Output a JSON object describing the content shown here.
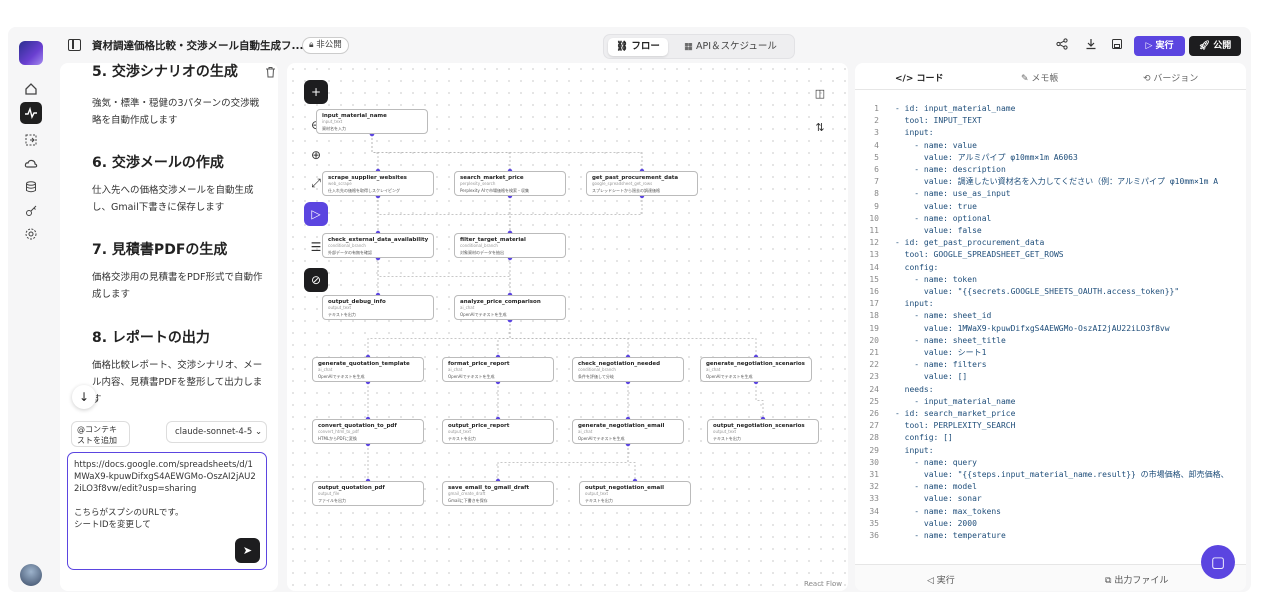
{
  "app": {
    "title": "資材調達価格比較・交渉メール自動生成フ...",
    "visibility": "非公開"
  },
  "modes": {
    "flow": "フロー",
    "api": "API＆スケジュール"
  },
  "toolbar": {
    "run": "実行",
    "publish": "公開"
  },
  "chat": {
    "h5": "5. 交渉シナリオの生成",
    "p5": "強気・標準・穏健の3パターンの交渉戦略を自動作成します",
    "h6": "6. 交渉メールの作成",
    "p6": "仕入先への価格交渉メールを自動生成し、Gmail下書きに保存します",
    "h7": "7. 見積書PDFの生成",
    "p7": "価格交渉用の見積書をPDF形式で自動作成します",
    "h8": "8. レポートの出力",
    "p8": "価格比較レポート、交渉シナリオ、メール内容、見積書PDFを整形して出力します",
    "context_button": "@コンテキストを追加",
    "model": "claude-sonnet-4-5",
    "input_value": "https://docs.google.com/spreadsheets/d/1MWaX9-kpuwDifxgS4AEWGMo-OszAI2jAU22iLO3f8vw/edit?usp=sharing\n\nこちらがスプシのURLです。\nシートIDを変更して"
  },
  "nodes": [
    {
      "t": "input_material_name",
      "s": "input_text",
      "d": "資材名を入力"
    },
    {
      "t": "scrape_supplier_websites",
      "s": "web_scrape",
      "d": "仕入れ先の価格を取得しスクレイピング"
    },
    {
      "t": "search_market_price",
      "s": "perplexity_search",
      "d": "Perplexity AIで市場価格を検索・収集"
    },
    {
      "t": "get_past_procurement_data",
      "s": "google_spreadsheet_get_rows",
      "d": "スプレッドシートから過去の調達価格"
    },
    {
      "t": "check_external_data_availability",
      "s": "conditional_branch",
      "d": "外部データの有無を確認"
    },
    {
      "t": "filter_target_material",
      "s": "conditional_branch",
      "d": "対象資材のデータを抽出"
    },
    {
      "t": "output_debug_info",
      "s": "output_text",
      "d": "テキストを出力"
    },
    {
      "t": "analyze_price_comparison",
      "s": "ai_chat",
      "d": "OpenAIでテキストを生成"
    },
    {
      "t": "generate_quotation_template",
      "s": "ai_chat",
      "d": "OpenAIでテキストを生成"
    },
    {
      "t": "format_price_report",
      "s": "ai_chat",
      "d": "OpenAIでテキストを生成"
    },
    {
      "t": "check_negotiation_needed",
      "s": "conditional_branch",
      "d": "条件を評価して分岐"
    },
    {
      "t": "generate_negotiation_scenarios",
      "s": "ai_chat",
      "d": "OpenAIでテキストを生成"
    },
    {
      "t": "convert_quotation_to_pdf",
      "s": "convert_html_to_pdf",
      "d": "HTMLからPDFに変換"
    },
    {
      "t": "output_price_report",
      "s": "output_text",
      "d": "テキストを出力"
    },
    {
      "t": "generate_negotiation_email",
      "s": "ai_chat",
      "d": "OpenAIでテキストを生成"
    },
    {
      "t": "output_negotiation_scenarios",
      "s": "output_text",
      "d": "テキストを出力"
    },
    {
      "t": "output_quotation_pdf",
      "s": "output_file",
      "d": "ファイルを出力"
    },
    {
      "t": "save_email_to_gmail_draft",
      "s": "gmail_create_draft",
      "d": "Gmailに下書きを保存"
    },
    {
      "t": "output_negotiation_email",
      "s": "output_text",
      "d": "テキストを出力"
    }
  ],
  "canvas": {
    "watermark": "React Flow"
  },
  "code_panel": {
    "tabs": [
      "コード",
      "メモ帳",
      "バージョン"
    ],
    "footer_run": "実行",
    "footer_output": "出力ファイル",
    "lines": [
      "- id: input_material_name",
      "  tool: INPUT_TEXT",
      "  input:",
      "    - name: value",
      "      value: アルミパイプ φ10mm×1m A6063",
      "    - name: description",
      "      value: 調達したい資材名を入力してください（例：アルミパイプ φ10mm×1m A",
      "    - name: use_as_input",
      "      value: true",
      "    - name: optional",
      "      value: false",
      "- id: get_past_procurement_data",
      "  tool: GOOGLE_SPREADSHEET_GET_ROWS",
      "  config:",
      "    - name: token",
      "      value: \"{{secrets.GOOGLE_SHEETS_OAUTH.access_token}}\"",
      "  input:",
      "    - name: sheet_id",
      "      value: 1MWaX9-kpuwDifxgS4AEWGMo-OszAI2jAU22iLO3f8vw",
      "    - name: sheet_title",
      "      value: シート1",
      "    - name: filters",
      "      value: []",
      "  needs:",
      "    - input_material_name",
      "- id: search_market_price",
      "  tool: PERPLEXITY_SEARCH",
      "  config: []",
      "  input:",
      "    - name: query",
      "      value: \"{{steps.input_material_name.result}} の市場価格、卸売価格、",
      "    - name: model",
      "      value: sonar",
      "    - name: max_tokens",
      "      value: 2000",
      "    - name: temperature"
    ]
  },
  "colors": {
    "accent": "#5b45e0",
    "dark": "#1d1d1f"
  },
  "icons": [
    "home-icon",
    "activity-icon",
    "import-icon",
    "cloud-icon",
    "database-icon",
    "key-icon",
    "settings-icon",
    "share-icon",
    "download-icon",
    "save-icon",
    "rocket-icon"
  ]
}
